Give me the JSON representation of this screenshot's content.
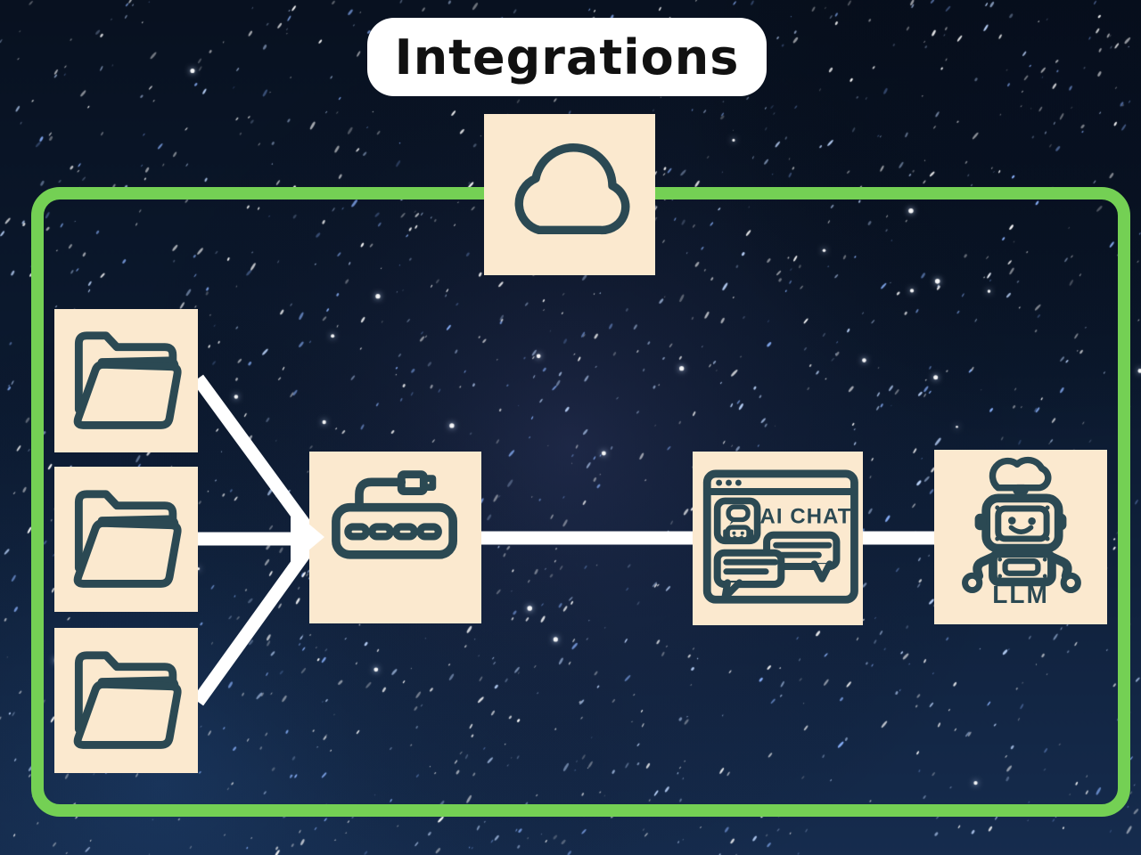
{
  "title": "Integrations",
  "colors": {
    "sky_navy": "#0c1a30",
    "box_cream": "#fbe9cf",
    "icon_teal": "#2b4953",
    "frame_green": "#74d054",
    "connector_white": "#ffffff",
    "title_bg": "#ffffff",
    "title_text": "#111111"
  },
  "nodes": {
    "cloud": {
      "icon": "cloud-icon"
    },
    "folders": [
      {
        "icon": "folder-icon"
      },
      {
        "icon": "folder-icon"
      },
      {
        "icon": "folder-icon"
      }
    ],
    "hub": {
      "icon": "usb-hub-icon"
    },
    "ai_chat": {
      "icon": "ai-chat-window-icon",
      "label": "AI CHAT"
    },
    "llm": {
      "icon": "robot-icon",
      "label": "LLM"
    }
  }
}
